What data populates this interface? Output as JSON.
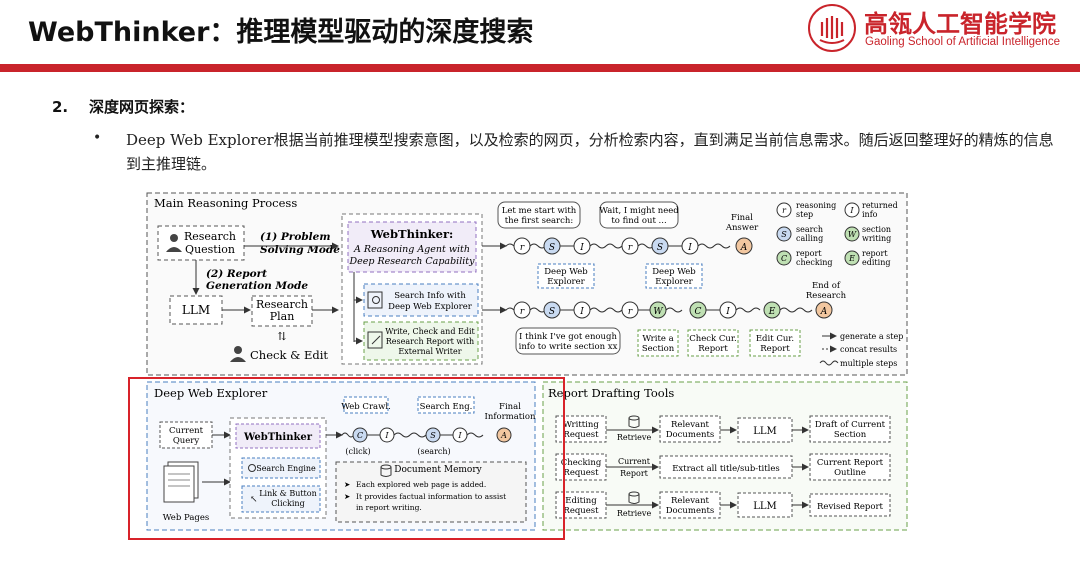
{
  "header": {
    "title": "WebThinker：推理模型驱动的深度搜索",
    "logo_cn": "高瓴人工智能学院",
    "logo_en": "Gaoling School of Artificial Intelligence",
    "accent_color": "#c9242b"
  },
  "section": {
    "number": "2.",
    "title": "深度网页探索：",
    "bullet": "Deep Web Explorer根据当前推理模型搜索意图，以及检索的网页，分析检索内容，直到满足当前信息需求。随后返回整理好的精炼的信息到主推理链。"
  },
  "figure": {
    "main_title": "Main Reasoning Process",
    "research_question": [
      "Research",
      "Question"
    ],
    "mode1": [
      "(1) Problem",
      "Solving Mode"
    ],
    "mode2": [
      "(2) Report",
      "Generation Mode"
    ],
    "llm": "LLM",
    "research_plan": [
      "Research",
      "Plan"
    ],
    "check_edit": "Check & Edit",
    "webthinker_title": "WebThinker:",
    "webthinker_sub": [
      "A Reasoning Agent with",
      "Deep Research Capability"
    ],
    "tool_search": [
      "Search Info with",
      "Deep Web Explorer"
    ],
    "tool_write": [
      "Write, Check and Edit",
      "Research Report with",
      "External Writer"
    ],
    "bubble1": [
      "Let me start with",
      "the first search:"
    ],
    "bubble2": [
      "Wait, I might need",
      "to find out ..."
    ],
    "bubble3": [
      "I think I've got enough",
      "info to write section xx"
    ],
    "final_answer": [
      "Final",
      "Answer"
    ],
    "end_research": [
      "End of",
      "Research"
    ],
    "dwe_label": [
      "Deep Web",
      "Explorer"
    ],
    "write_section": [
      "Write a",
      "Section"
    ],
    "check_report": [
      "Check Cur.",
      "Report"
    ],
    "edit_report": [
      "Edit Cur.",
      "Report"
    ],
    "legend": {
      "r": [
        "reasoning",
        "step"
      ],
      "i": [
        "returned",
        "info"
      ],
      "s": [
        "search",
        "calling"
      ],
      "w": [
        "section",
        "writing"
      ],
      "c": [
        "report",
        "checking"
      ],
      "e": [
        "report",
        "editing"
      ],
      "gen": "generate a step",
      "concat": "concat results",
      "multi": "multiple steps"
    },
    "dwe_title": "Deep Web Explorer",
    "current_query": [
      "Current",
      "Query"
    ],
    "web_pages": "Web Pages",
    "webthinker_small": "WebThinker",
    "search_engine": "Search Engine",
    "link_click": [
      "Link & Button",
      "Clicking"
    ],
    "web_crawl": "Web Crawl.",
    "search_eng": "Search Eng.",
    "click_label": "(click)",
    "search_label": "(search)",
    "final_information": [
      "Final",
      "Information"
    ],
    "doc_memory": "Document Memory",
    "memory_notes": [
      "Each explored web page is added.",
      "It provides factual information to assist",
      "in report writing."
    ],
    "rdt_title": "Report Drafting Tools",
    "rdt_rows": [
      {
        "left": [
          "Writting",
          "Request"
        ],
        "mid": "Retrieve",
        "right": [
          "Relevant",
          "Documents"
        ],
        "llm": "LLM",
        "out": [
          "Draft of Current",
          "Section"
        ]
      },
      {
        "left": [
          "Checking",
          "Request"
        ],
        "mid": "Current Report",
        "right": [
          "Extract all title/sub-titles"
        ],
        "llm": "",
        "out": [
          "Current Report",
          "Outline"
        ]
      },
      {
        "left": [
          "Editing",
          "Request"
        ],
        "mid": "Retrieve",
        "right": [
          "Relevant",
          "Documents"
        ],
        "llm": "LLM",
        "out": [
          "Revised Report"
        ]
      }
    ]
  }
}
